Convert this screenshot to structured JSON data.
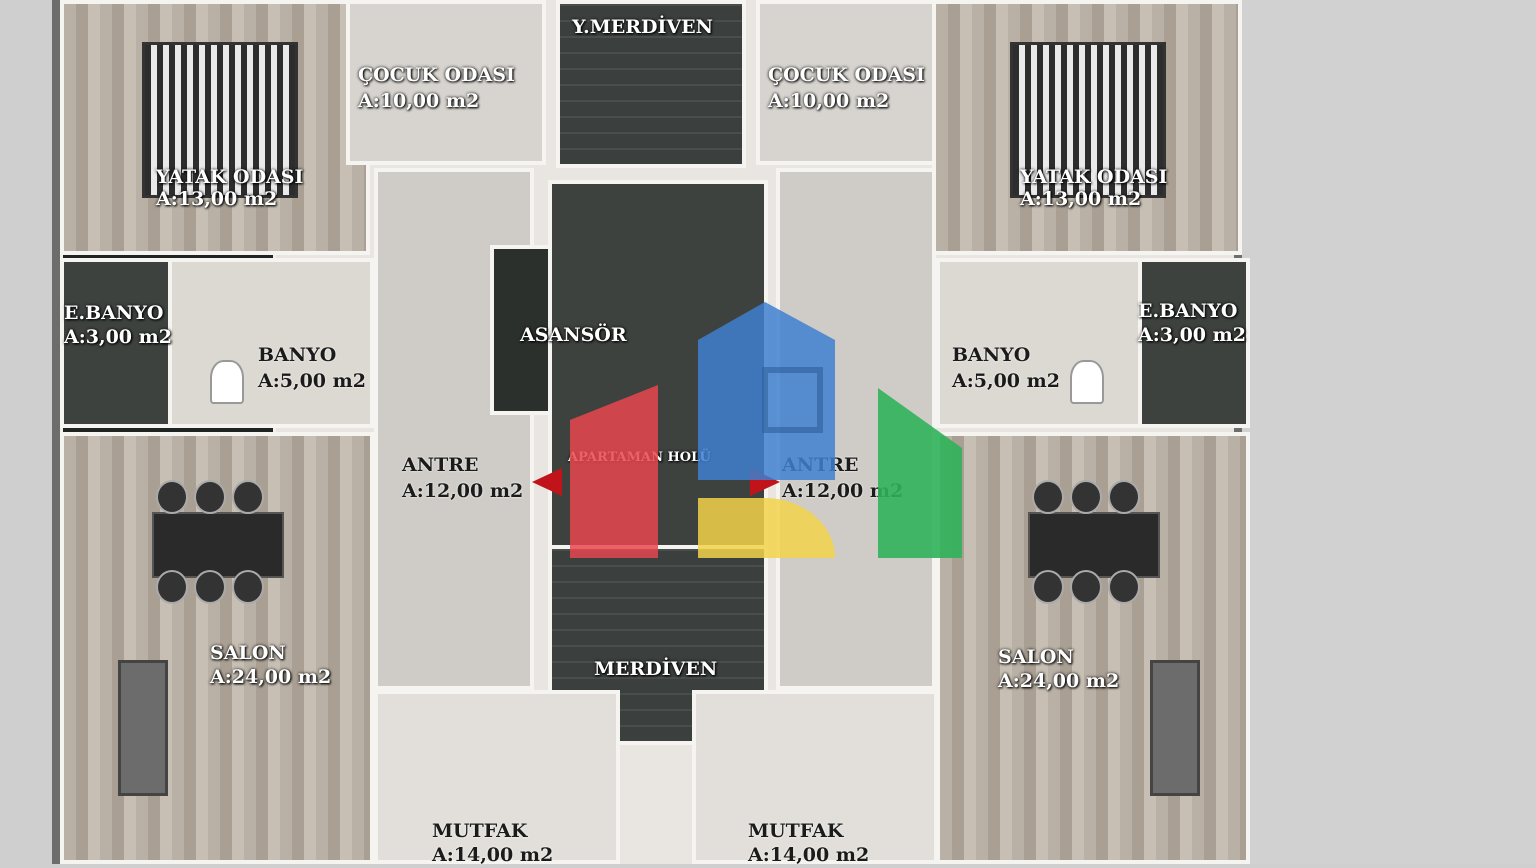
{
  "rooms": {
    "y_merdiven": "Y.MERDİVEN",
    "cocuk_left": "ÇOCUK ODASI",
    "cocuk_left_area": "A:10,00 m2",
    "cocuk_right": "ÇOCUK ODASI",
    "cocuk_right_area": "A:10,00 m2",
    "yatak_left": "YATAK ODASI",
    "yatak_left_area": "A:13,00 m2",
    "yatak_right": "YATAK ODASI",
    "yatak_right_area": "A:13,00 m2",
    "ebanyo_left": "E.BANYO",
    "ebanyo_left_area": "A:3,00 m2",
    "ebanyo_right": "E.BANYO",
    "ebanyo_right_area": "A:3,00 m2",
    "banyo_left": "BANYO",
    "banyo_left_area": "A:5,00 m2",
    "banyo_right": "BANYO",
    "banyo_right_area": "A:5,00 m2",
    "asansor": "ASANSÖR",
    "apartman_holu": "APARTAMAN HOLÜ",
    "antre_left": "ANTRE",
    "antre_left_area": "A:12,00 m2",
    "antre_right": "ANTRE",
    "antre_right_area": "A:12,00 m2",
    "salon_left": "SALON",
    "salon_left_area": "A:24,00 m2",
    "salon_right": "SALON",
    "salon_right_area": "A:24,00 m2",
    "merdiven": "MERDİVEN",
    "mutfak_left": "MUTFAK",
    "mutfak_left_area": "A:14,00 m2",
    "mutfak_right": "MUTFAK",
    "mutfak_right_area": "A:14,00 m2"
  },
  "colors": {
    "logo_red": "#e8474f",
    "logo_blue": "#3f7fd0",
    "logo_yellow": "#f2d24a",
    "logo_green": "#2fb35a",
    "arrow_red": "#c0141a"
  },
  "logo_icon": "house-logo-icon"
}
